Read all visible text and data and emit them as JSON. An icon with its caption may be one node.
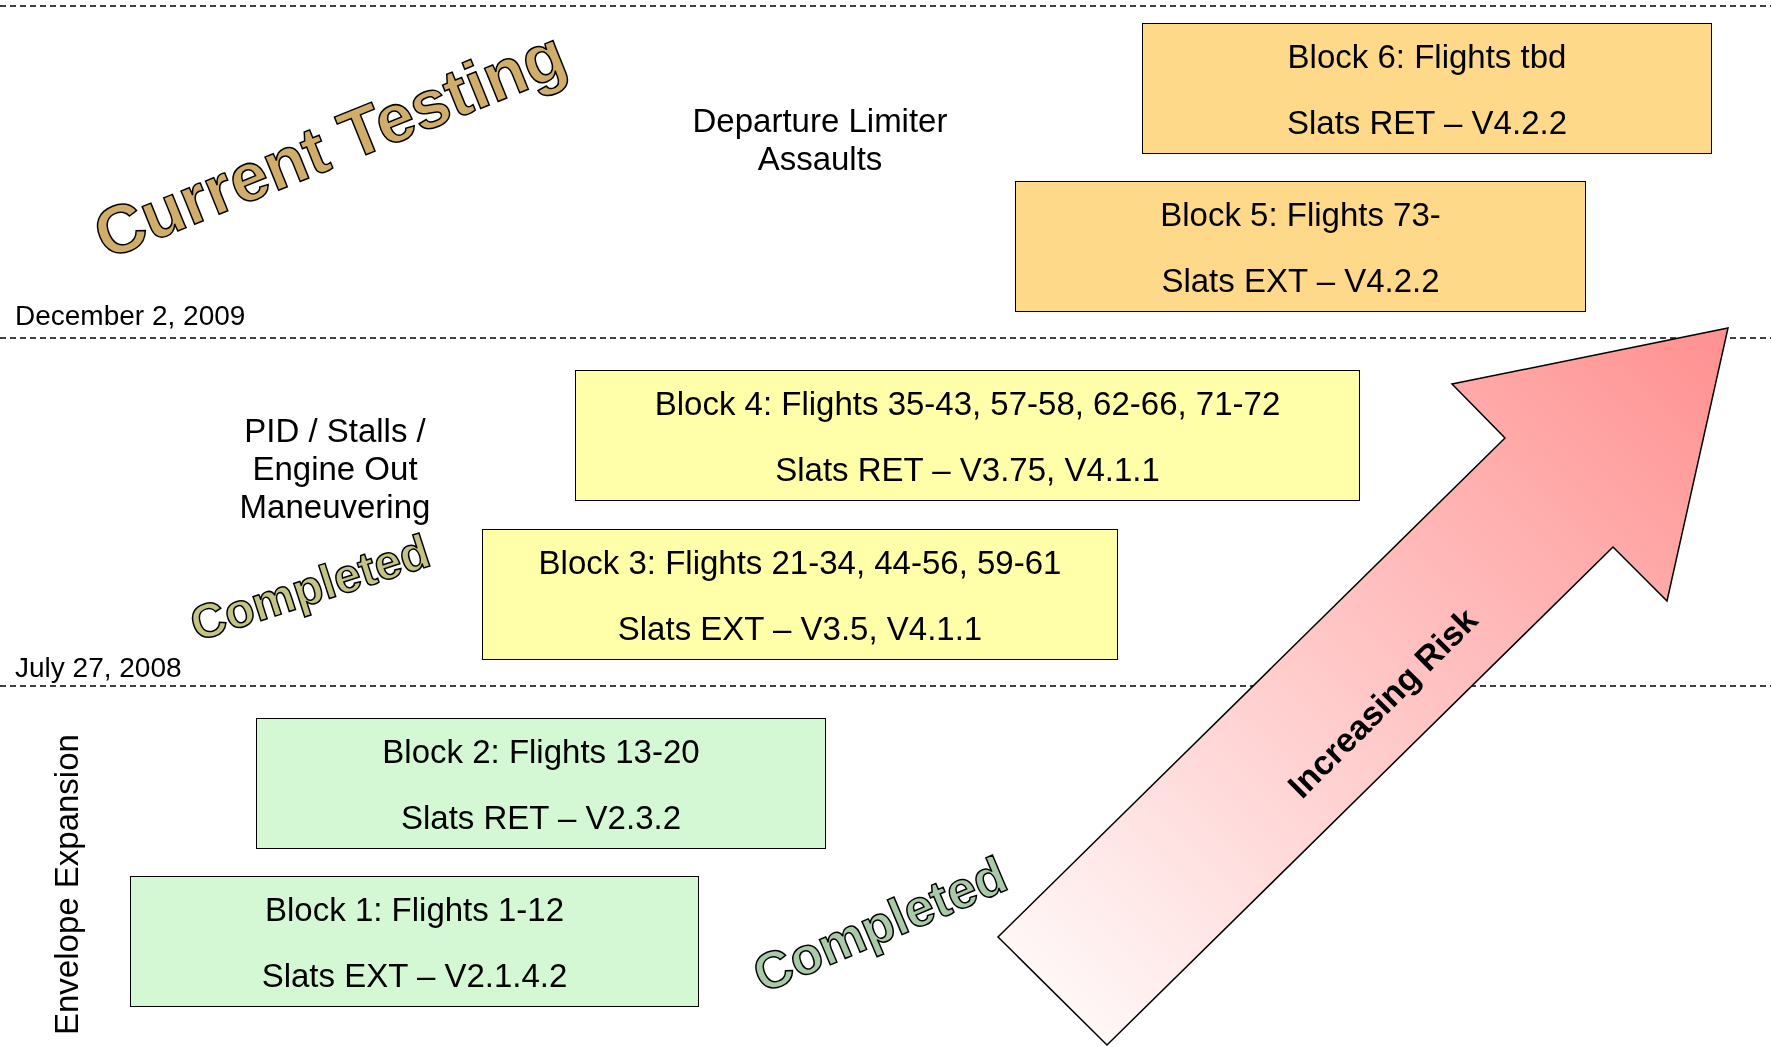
{
  "diagram": {
    "nodes": [
      {
        "text": [
          "Block 6:  Flights tbd",
          "Slats RET – V4.2.2"
        ]
      },
      {
        "text": [
          "Block 5:  Flights 73-",
          "Slats EXT – V4.2.2"
        ]
      },
      {
        "text": [
          "Block 4:  Flights 35-43, 57-58, 62-66, 71-72",
          "Slats RET – V3.75, V4.1.1"
        ]
      },
      {
        "text": [
          "Block 3:  Flights 21-34, 44-56, 59-61",
          "Slats EXT – V3.5, V4.1.1"
        ]
      },
      {
        "text": [
          "Block 2:  Flights 13-20",
          "Slats RET – V2.3.2"
        ]
      },
      {
        "text": [
          "Block 1:  Flights 1-12",
          "Slats EXT – V2.1.4.2"
        ]
      },
      {
        "text": [
          "Increasing Risk"
        ]
      }
    ],
    "edges": [],
    "labels": [
      "Departure Limiter Assaults",
      "December 2, 2009",
      "PID / Stalls / Engine Out Maneuvering",
      "July 27, 2008",
      "Envelope Expansion",
      "Current Testing",
      "Completed",
      "Completed"
    ]
  }
}
